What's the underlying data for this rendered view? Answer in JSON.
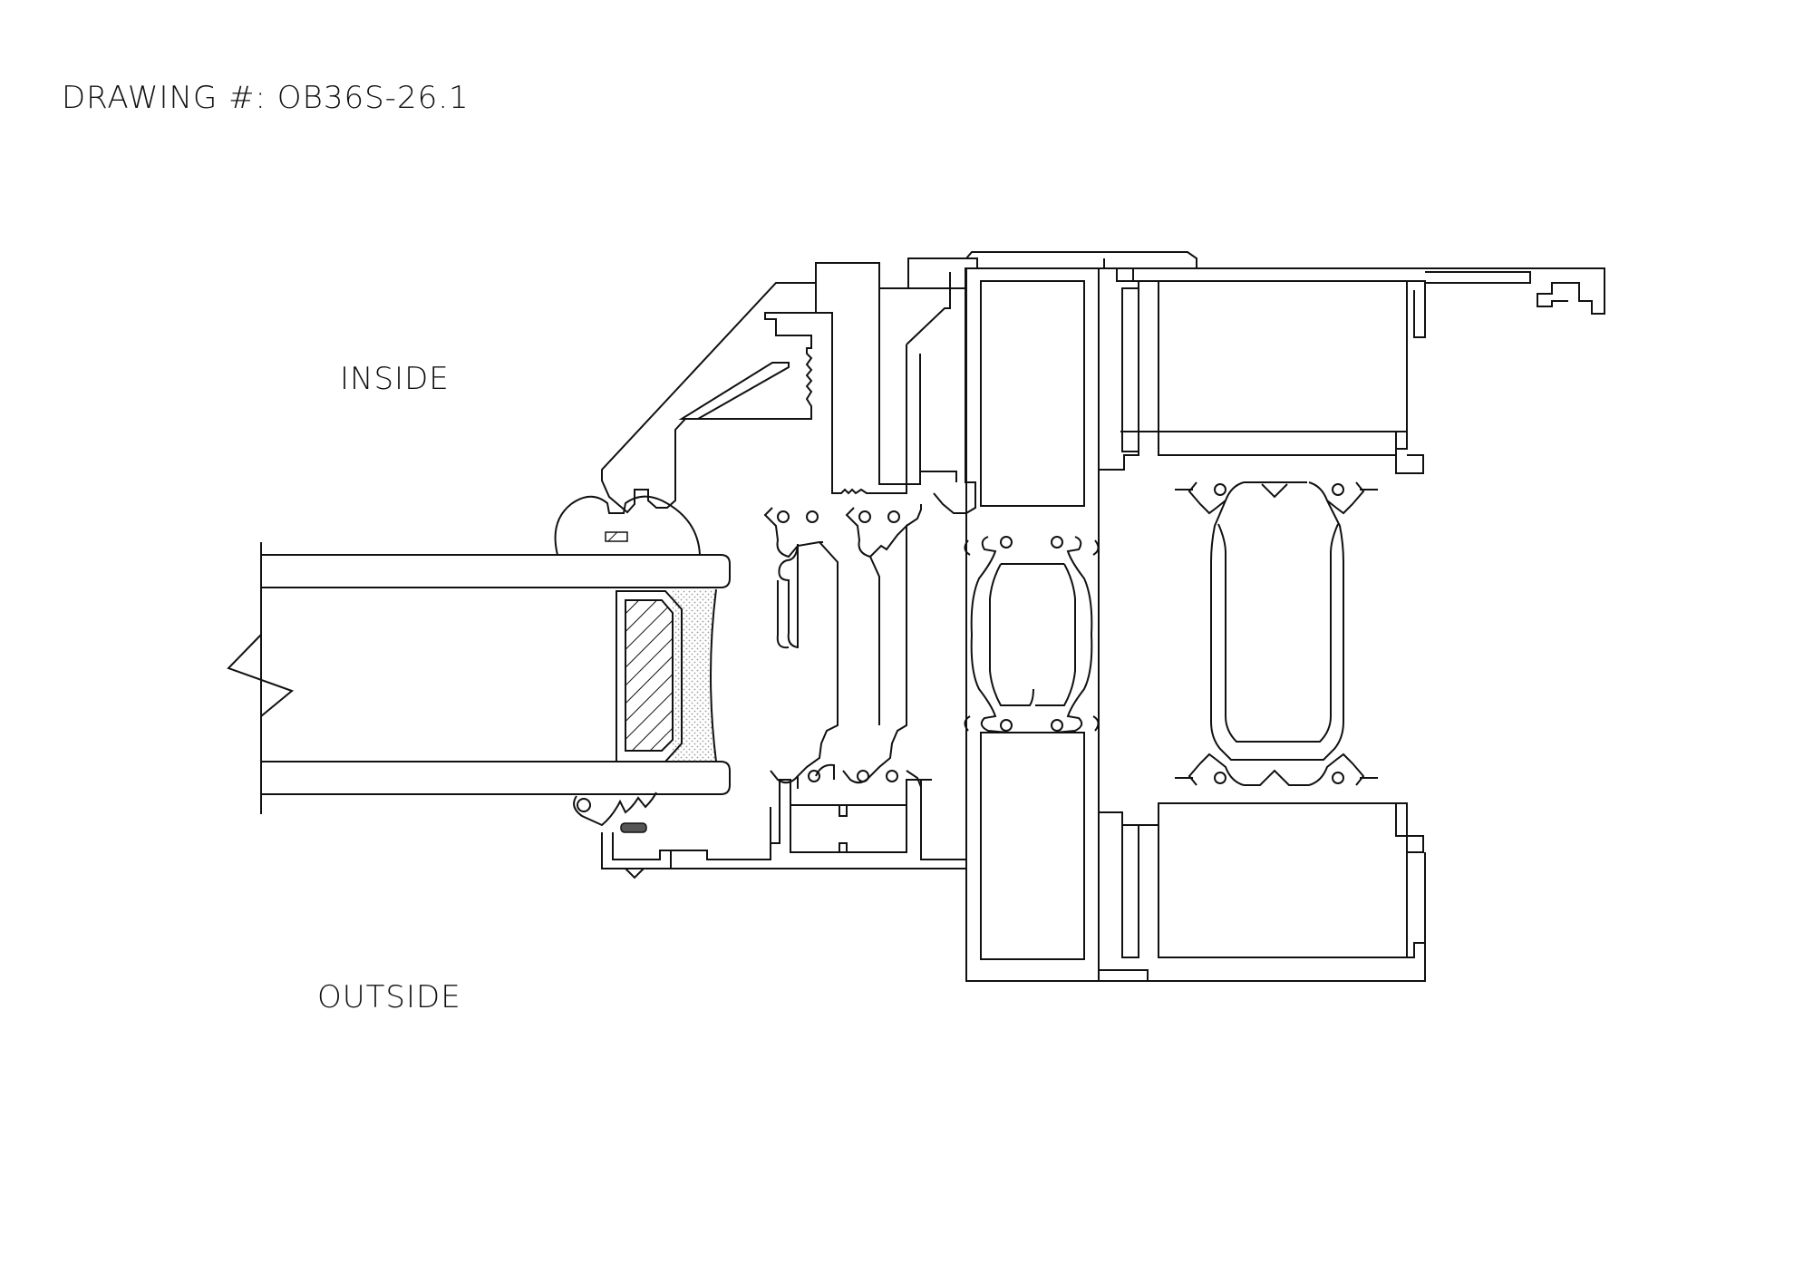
{
  "title": {
    "drawing_number": "DRAWING #: OB36S-26.1"
  },
  "labels": {
    "inside": "INSIDE",
    "outside": "OUTSIDE"
  },
  "colors": {
    "line": "#111111",
    "background": "#ffffff",
    "sealant_dots": "#9a9a9a"
  }
}
